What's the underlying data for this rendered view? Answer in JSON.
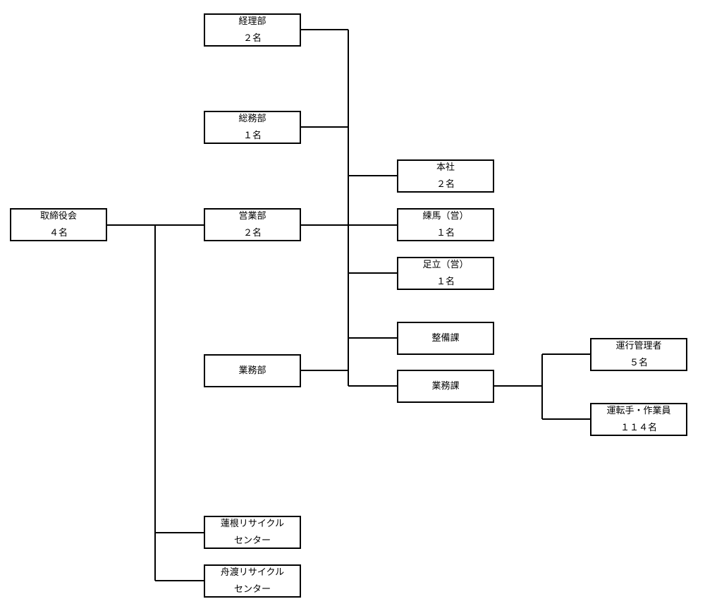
{
  "nodes": {
    "board": {
      "name": "取締役会",
      "count": "４名"
    },
    "accounting": {
      "name": "経理部",
      "count": "２名"
    },
    "general_affairs": {
      "name": "総務部",
      "count": "１名"
    },
    "sales": {
      "name": "営業部",
      "count": "２名"
    },
    "operations": {
      "name": "業務部"
    },
    "head_office": {
      "name": "本社",
      "count": "２名"
    },
    "nerima": {
      "name": "練馬（営）",
      "count": "１名"
    },
    "adachi": {
      "name": "足立（営）",
      "count": "１名"
    },
    "maintenance": {
      "name": "整備課"
    },
    "operations_section": {
      "name": "業務課"
    },
    "operation_managers": {
      "name": "運行管理者",
      "count": "５名"
    },
    "drivers_workers": {
      "name": "運転手・作業員",
      "count": "１１４名"
    },
    "hasune_recycle": {
      "name": "蓮根リサイクル",
      "sub": "センター"
    },
    "funado_recycle": {
      "name": "舟渡リサイクル",
      "sub": "センター"
    }
  }
}
